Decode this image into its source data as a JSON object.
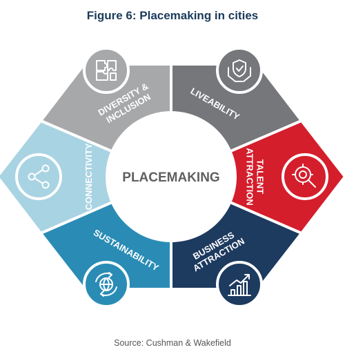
{
  "figure": {
    "title": "Figure 6: Placemaking in cities",
    "center_label": "PLACEMAKING",
    "source": "Source: Cushman & Wakefield"
  },
  "segments": [
    {
      "id": "diversity",
      "lines": [
        "DIVERSITY &",
        "INCLUSION"
      ],
      "color": "#a7a8aa",
      "icon": "puzzle-icon"
    },
    {
      "id": "liveability",
      "lines": [
        "LIVEABILITY"
      ],
      "color": "#75777a",
      "icon": "hands-shield-icon"
    },
    {
      "id": "talent",
      "lines": [
        "TALENT",
        "ATTRACTION"
      ],
      "color": "#d41e2c",
      "icon": "magnifier-badge-icon"
    },
    {
      "id": "business",
      "lines": [
        "BUSINESS",
        "ATTRACTION"
      ],
      "color": "#1d3a5f",
      "icon": "growth-chart-icon"
    },
    {
      "id": "sustainability",
      "lines": [
        "SUSTAINABILITY"
      ],
      "color": "#2a8cb5",
      "icon": "recycle-globe-icon"
    },
    {
      "id": "connectivity",
      "lines": [
        "CONNECTIVITY"
      ],
      "color": "#a8d3e2",
      "icon": "share-network-icon"
    }
  ],
  "colors": {
    "center_text": "#5e5f61",
    "title": "#1a3a5c",
    "outline": "#ffffff"
  }
}
